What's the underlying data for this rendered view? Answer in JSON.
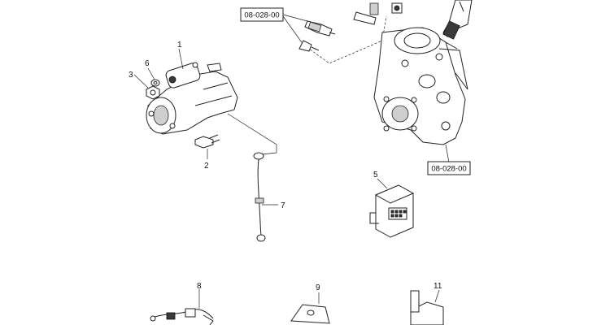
{
  "callouts": {
    "n1": "1",
    "n2": "2",
    "n3": "3",
    "n5": "5",
    "n6": "6",
    "n7": "7",
    "n8": "8",
    "n9": "9",
    "n11": "11"
  },
  "refs": {
    "top_ref": "08-028-00",
    "pump_ref": "08-028-00"
  }
}
